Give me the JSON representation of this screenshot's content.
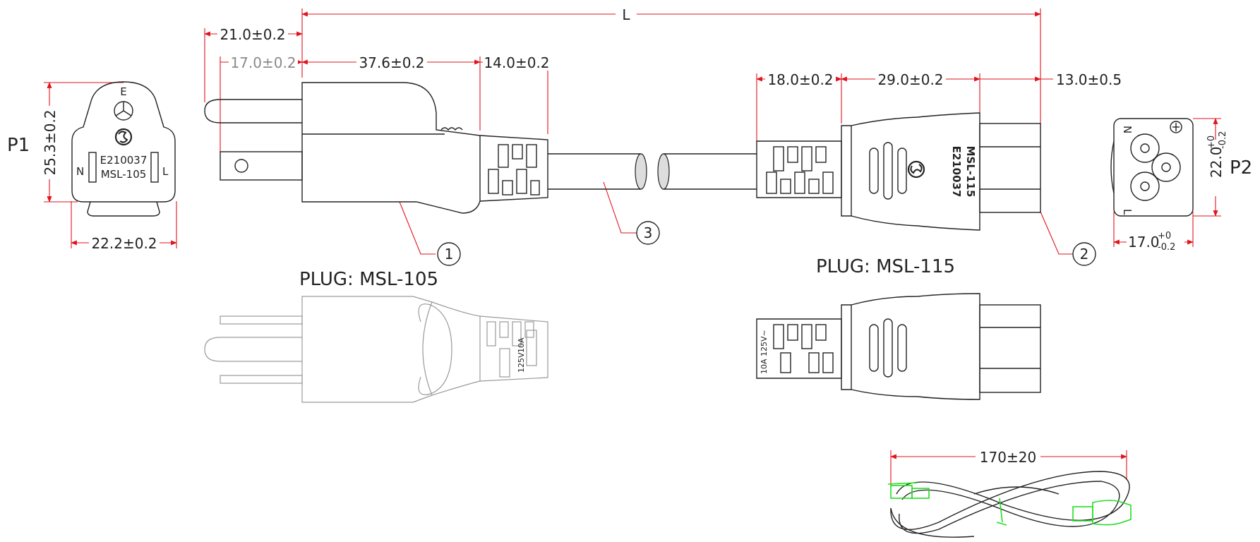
{
  "dimensions": {
    "L": "L",
    "d21": "21.0±0.2",
    "d17_left": "17.0±0.2",
    "d37_6": "37.6±0.2",
    "d14": "14.0±0.2",
    "d18": "18.0±0.2",
    "d29": "29.0±0.2",
    "d13": "13.0±0.5",
    "d25_3": "25.3±0.2",
    "d22_2": "22.2±0.2",
    "d22_base": "22.0",
    "d22_sup": "+0",
    "d22_sub": "-0.2",
    "d17_base": "17.0",
    "d17_sup": "+0",
    "d17_sub": "-0.2",
    "d170": "170±20"
  },
  "labels": {
    "p1": "P1",
    "p2": "P2",
    "plug_left": "PLUG: MSL-105",
    "plug_right": "PLUG: MSL-115",
    "callout_1": "1",
    "callout_2": "2",
    "callout_3": "3"
  },
  "plug_face": {
    "top_mark": "E",
    "cert": "E210037",
    "model": "MSL-105",
    "neutral": "N",
    "line": "L"
  },
  "connector_marks": {
    "model": "MSL-115",
    "cert": "E210037",
    "rating_a": "10A",
    "rating_v": "125V",
    "rating_combined": "10A 125V~"
  },
  "c5_face": {
    "neutral": "N",
    "line": "L"
  },
  "colors": {
    "dimension_line": "#e0141e",
    "outline": "#222222",
    "coil_highlight": "#22dd22"
  }
}
